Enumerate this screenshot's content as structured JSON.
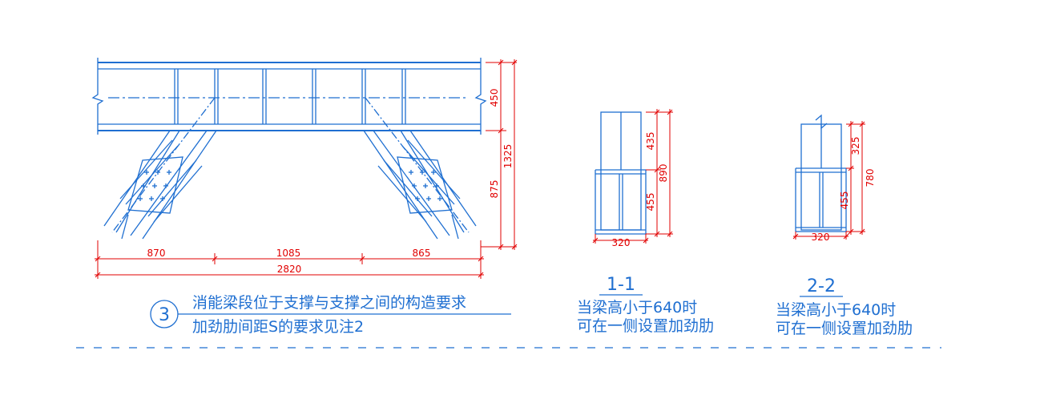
{
  "main_detail": {
    "horizontal_dimensions": [
      "870",
      "1085",
      "865"
    ],
    "total_dimension": "2820",
    "vertical_dimensions": [
      "450",
      "875"
    ],
    "total_height": "1325",
    "detail_number": "3",
    "note_line1": "消能梁段位于支撑与支撑之间的构造要求",
    "note_line2": "加劲肋间距S的要求见注2"
  },
  "section_1_1": {
    "title": "1-1",
    "dims_vertical": [
      "435",
      "455"
    ],
    "total_height": "890",
    "width": "320",
    "note_line1": "当梁高小于640时",
    "note_line2": "可在一侧设置加劲肋"
  },
  "section_2_2": {
    "title": "2-2",
    "dims_vertical": [
      "325",
      "455"
    ],
    "total_height": "780",
    "width": "320",
    "note_line1": "当梁高小于640时",
    "note_line2": "可在一侧设置加劲肋"
  },
  "colors": {
    "drawing_lines": "#1f6fd1",
    "dimension_lines": "#e10000",
    "background": "#ffffff"
  }
}
